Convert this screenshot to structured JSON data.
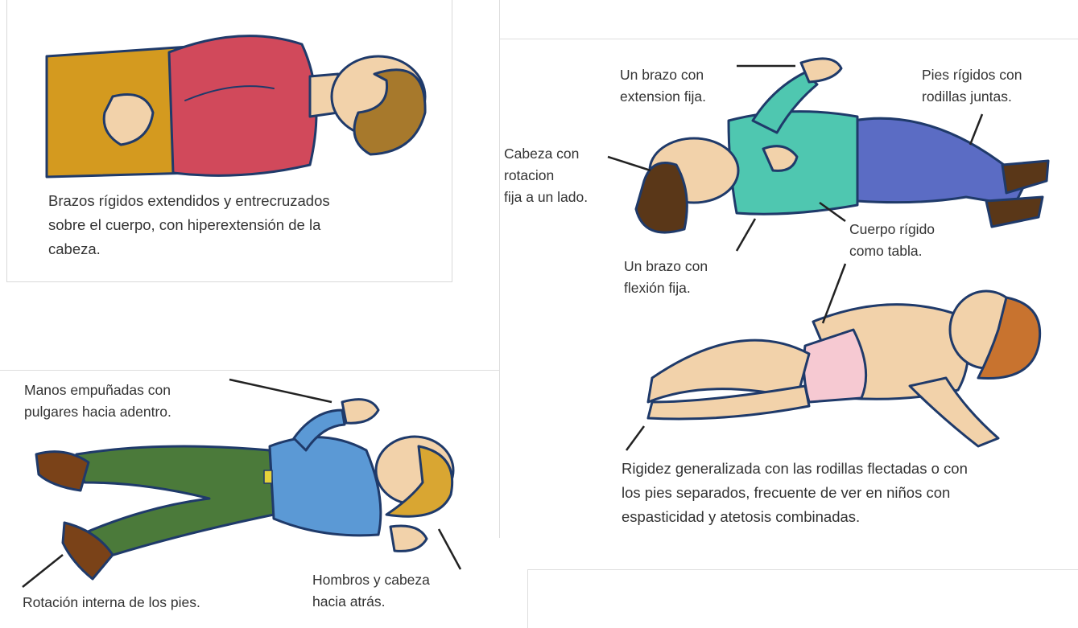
{
  "figure_1": {
    "caption": "Brazos rígidos extendidos y entrecruzados\nsobre el cuerpo, con hiperextensión de la\ncabeza."
  },
  "figure_2": {
    "label_arm_extension": "Un brazo con\nextension fija.",
    "label_feet_rigid": "Pies rígidos con\nrodillas juntas.",
    "label_head_rotation": "Cabeza con\nrotacion\nfija a un lado.",
    "label_body_rigid": "Cuerpo rígido\ncomo tabla.",
    "label_arm_flexion": "Un brazo con\nflexión fija."
  },
  "figure_3": {
    "caption": "Rigidez generalizada con las rodillas flectadas o con\nlos pies separados, frecuente de ver en niños con\nespasticidad y atetosis combinadas."
  },
  "figure_4": {
    "label_hands": "Manos empuñadas con\npulgares hacia adentro.",
    "label_shoulders": "Hombros y cabeza\nhacia atrás.",
    "label_feet_rotation": "Rotación interna de los pies."
  },
  "colors": {
    "skin": "#f2d2aa",
    "outline": "#1f3a6a",
    "red_shirt": "#d1495b",
    "mustard_pants": "#d49a1f",
    "brown_hair": "#a7792c",
    "teal_shirt": "#4fc7b0",
    "blue_pants": "#5b6cc4",
    "dark_hair": "#5a3718",
    "pink_diaper": "#f6c9d2",
    "orange_hair": "#c8732f",
    "blue_shirt": "#5b99d5",
    "green_pants": "#4b7a3a",
    "brown_shoes": "#7a4218",
    "blond_hair": "#d9a632"
  }
}
